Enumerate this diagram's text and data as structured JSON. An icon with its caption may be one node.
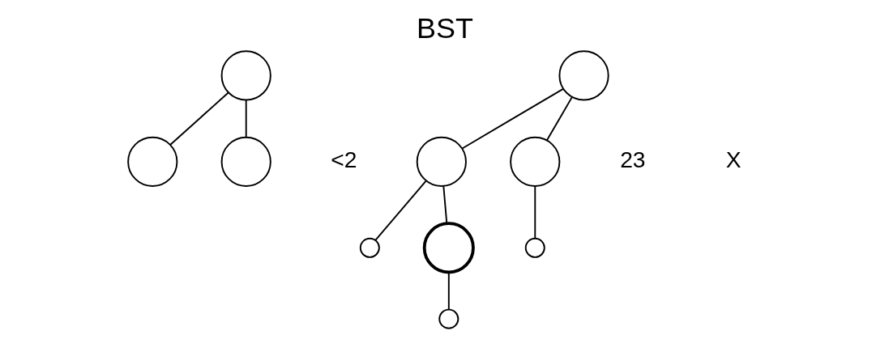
{
  "diagram": {
    "title": "BST",
    "nodes": [
      {
        "text": [],
        "shape": "circle"
      },
      {
        "text": [],
        "shape": "circle"
      },
      {
        "text": [],
        "shape": "circle"
      },
      {
        "text": [],
        "shape": "circle"
      },
      {
        "text": [],
        "shape": "circle"
      },
      {
        "text": [],
        "shape": "circle"
      },
      {
        "text": [],
        "shape": "circle"
      },
      {
        "text": [],
        "shape": "circle"
      },
      {
        "text": [],
        "shape": "circle"
      },
      {
        "text": [],
        "shape": "circle"
      }
    ],
    "edges": [
      {
        "from": 0,
        "to": 1,
        "arrow": "none"
      },
      {
        "from": 0,
        "to": 2,
        "arrow": "none"
      },
      {
        "from": 3,
        "to": 4,
        "arrow": "none"
      },
      {
        "from": 3,
        "to": 5,
        "arrow": "none"
      },
      {
        "from": 4,
        "to": 6,
        "arrow": "none"
      },
      {
        "from": 4,
        "to": 7,
        "arrow": "none"
      },
      {
        "from": 7,
        "to": 8,
        "arrow": "none"
      },
      {
        "from": 5,
        "to": 9,
        "arrow": "none"
      }
    ],
    "labels": [
      "<2",
      "23",
      "X"
    ]
  }
}
